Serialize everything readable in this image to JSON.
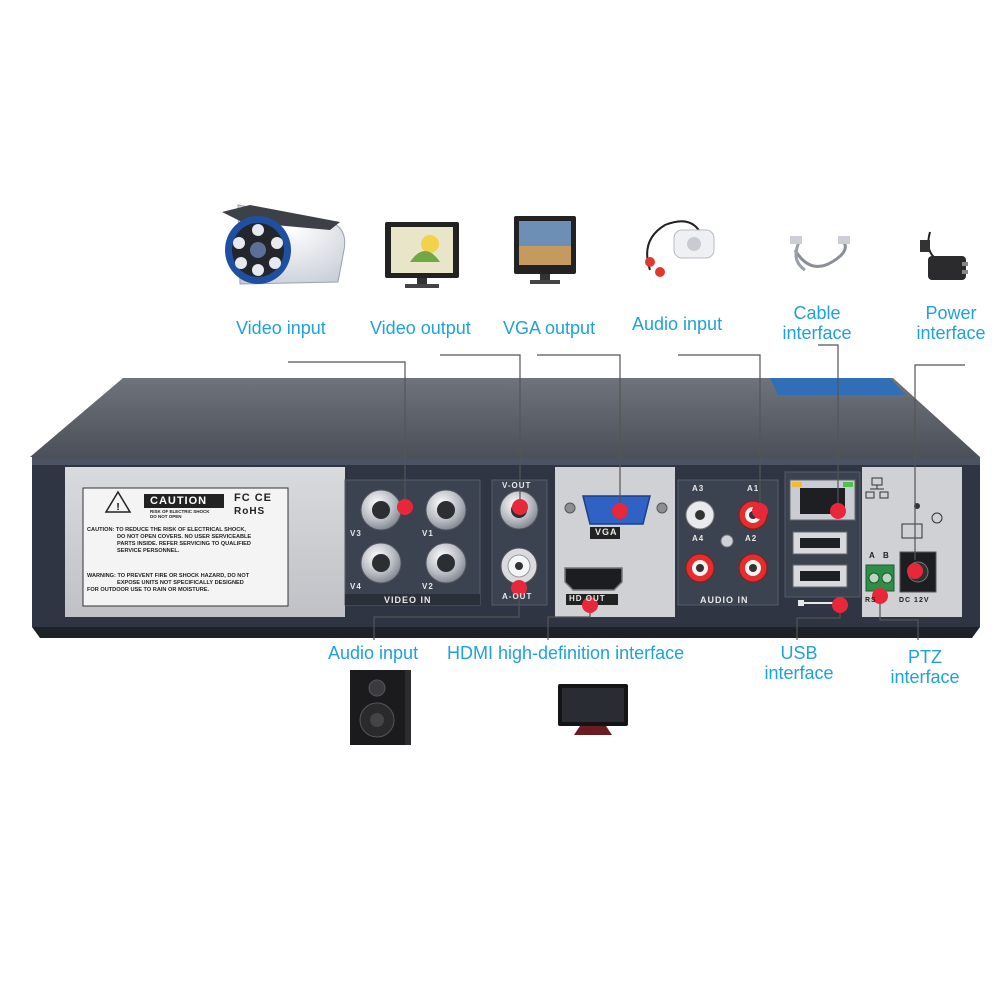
{
  "labels": {
    "video_input_top": "Video input",
    "video_output": "Video output",
    "vga_output": "VGA output",
    "audio_input_top": "Audio input",
    "cable_interface": [
      "Cable",
      "interface"
    ],
    "power_interface": [
      "Power",
      "interface"
    ],
    "audio_input_bottom": "Audio input",
    "hdmi": "HDMI high-definition interface",
    "usb_interface": [
      "USB",
      "interface"
    ],
    "ptz_interface": [
      "PTZ",
      "interface"
    ]
  },
  "panel": {
    "caution_title": "CAUTION",
    "caution_sub": [
      "RISK OF ELECTRIC SHOCK",
      "DO NOT OPEN"
    ],
    "fc_mark": "FC CE",
    "rohs": "RoHS",
    "caution_lines": [
      "CAUTION: TO REDUCE THE RISK OF ELECTRICAL SHOCK,",
      "DO NOT OPEN COVERS. NO USER SERVICEABLE",
      "PARTS INSIDE. REFER SERVICING TO QUALIFIED",
      "SERVICE PERSONNEL."
    ],
    "warning_lines": [
      "WARNING: TO PREVENT FIRE OR SHOCK HAZARD, DO NOT",
      "EXPOSE UNITS NOT SPECIFICALLY DESIGNED",
      "FOR OUTDOOR USE TO RAIN OR MOISTURE."
    ],
    "video_in": "VIDEO IN",
    "v_out": "V-OUT",
    "a_out": "A-OUT",
    "vga": "VGA",
    "hd_out": "HD OUT",
    "audio_in": "AUDIO IN",
    "v1": "V1",
    "v2": "V2",
    "v3": "V3",
    "v4": "V4",
    "a1": "A1",
    "a2": "A2",
    "a3": "A3",
    "a4": "A4",
    "a": "A",
    "b": "B",
    "rs": "RS",
    "dc12v": "DC 12V"
  },
  "colors": {
    "label_blue": "#1ea3d8",
    "marker_red": "#e8283a",
    "panel_dark": "#2d3340",
    "top_cover": "#5a5f68"
  }
}
